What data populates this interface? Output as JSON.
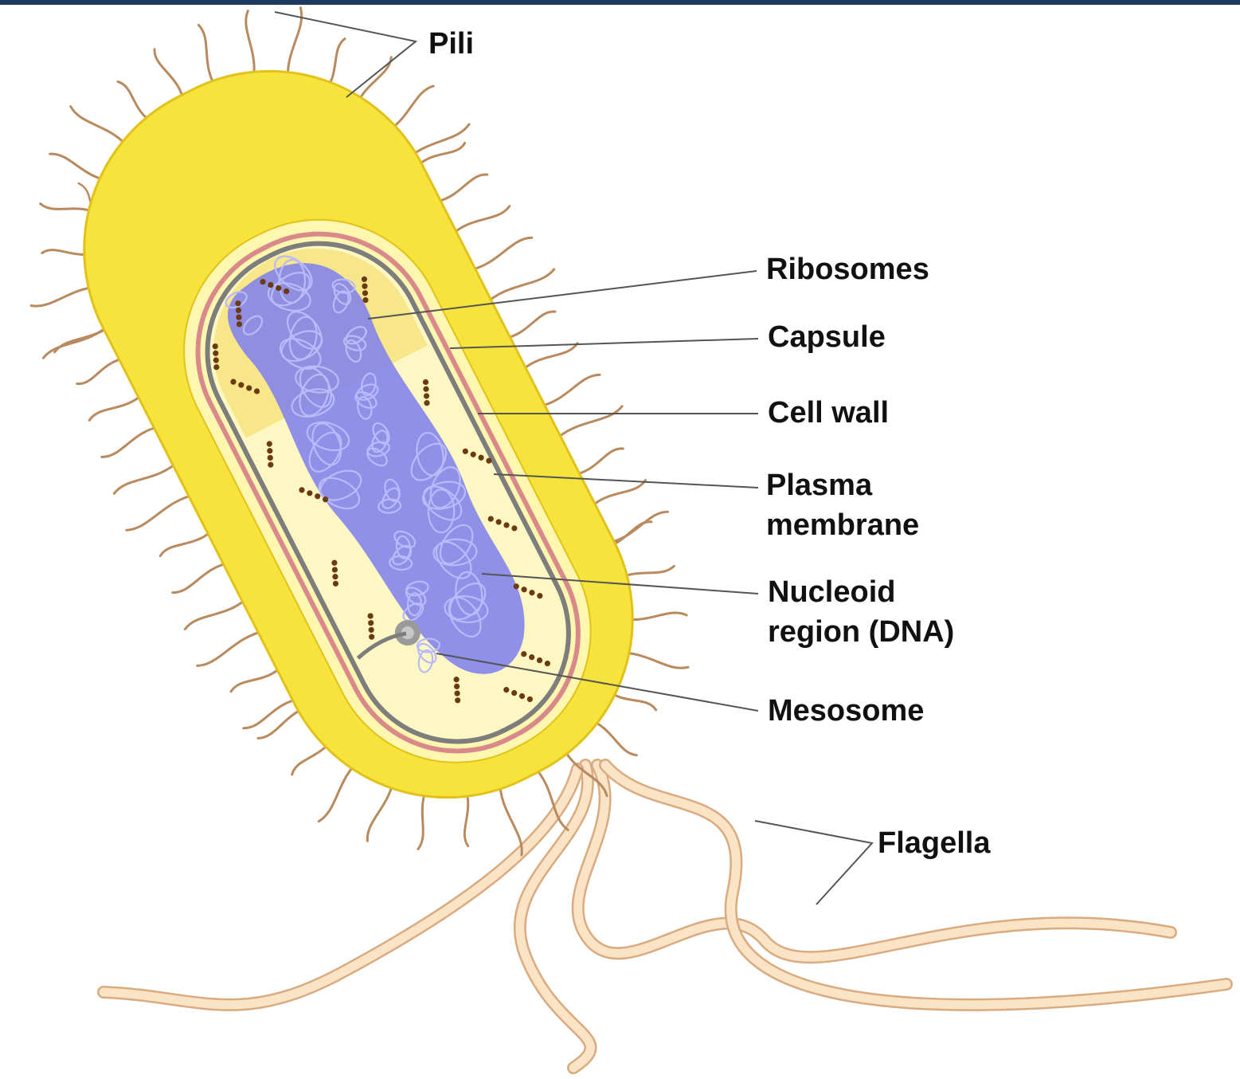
{
  "labels": {
    "pili": "Pili",
    "ribosomes": "Ribosomes",
    "capsule": "Capsule",
    "cell_wall": "Cell wall",
    "plasma_membrane": [
      "Plasma",
      "membrane"
    ],
    "nucleoid_region": [
      "Nucleoid",
      "region (DNA)"
    ],
    "mesosome": "Mesosome",
    "flagella": "Flagella"
  },
  "colors": {
    "top_rule": "#1e3a5f",
    "capsule_fill": "#f6e33c",
    "capsule_edge": "#e2c21a",
    "inner_capsule": "#fff7b0",
    "cell_wall": "#d9898a",
    "plasma_membrane": "#7d7d7d",
    "cytoplasm": "#fdf7c4",
    "cytoplasm_top": "#f8e78a",
    "nucleoid": "#7d7ef0",
    "nucleoid_strand": "#b9baf9",
    "ribosome": "#6b3a10",
    "pili": "#b98a5e",
    "flagella_fill": "#fbe3c6",
    "flagella_edge": "#d9ab80",
    "leader_line": "#555555",
    "label_text": "#111111"
  }
}
